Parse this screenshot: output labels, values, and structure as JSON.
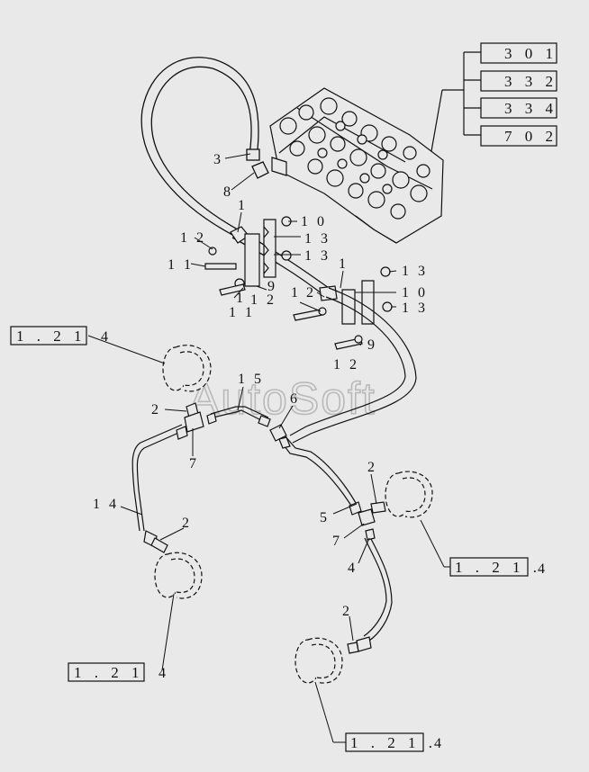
{
  "watermark": "AutoSoft",
  "colors": {
    "background": "#e9e9e9",
    "line": "#111111",
    "watermark": "#b9b9b9"
  },
  "ref_boxes": {
    "top_right": [
      "3 0 1",
      "3 3 2",
      "3 3 4",
      "7 0 2"
    ],
    "left": {
      "box": "1 . 2 1",
      "suffix": "4"
    },
    "bottom_left": {
      "box": "1 . 2 1",
      "suffix": "4"
    },
    "right_mid": {
      "box": "1 . 2 1 .",
      "suffix": "4"
    },
    "bottom_mid": {
      "box": "1 . 2 1 .",
      "suffix": "4"
    }
  },
  "callouts": {
    "c3": "3",
    "c8": "8",
    "c1a": "1",
    "c10a": "1 0",
    "c13a": "1 3",
    "c13b": "1 3",
    "c12a": "1 2",
    "c11a": "1 1",
    "c9a": "9",
    "c1b": "1",
    "c21a": "2",
    "c1c": "1",
    "c11b": "1 1",
    "c1d": "1",
    "c1e": "1",
    "c2a": "2",
    "c13c": "1 3",
    "c10b": "1 0",
    "c13d": "1 3",
    "c9b": "9",
    "c12b": "1 2",
    "c15": "1 5",
    "c6": "6",
    "c2b": "2",
    "c7a": "7",
    "c14": "1 4",
    "c2c": "2",
    "c2d": "2",
    "c5": "5",
    "c7b": "7",
    "c4": "4",
    "c2e": "2"
  }
}
